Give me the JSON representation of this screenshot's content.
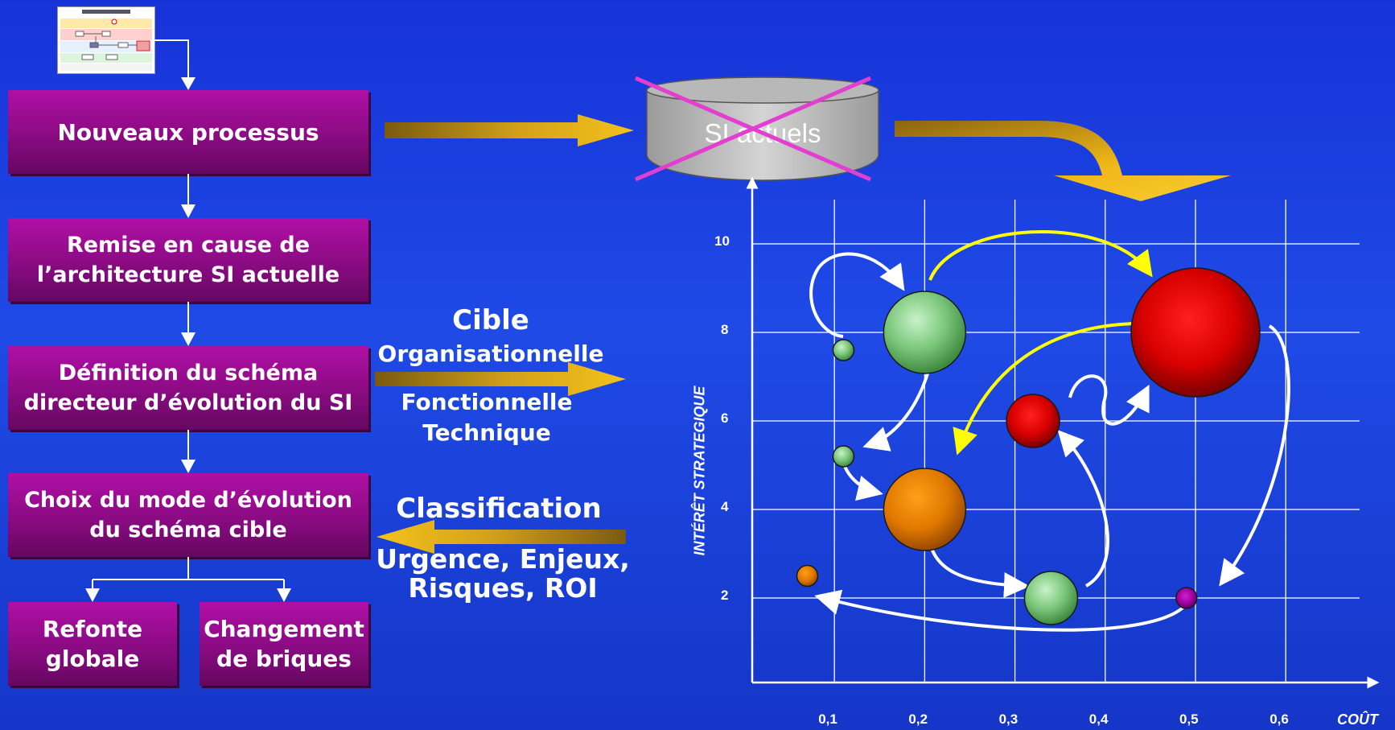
{
  "flow": {
    "box1": "Nouveaux processus",
    "box2": "Remise en cause de\nl’architecture SI actuelle",
    "box3": "Définition du schéma\ndirecteur d’évolution du SI",
    "box4": "Choix du mode d’évolution\ndu schéma cible",
    "box5": "Refonte\nglobale",
    "box6": "Changement\nde briques"
  },
  "middle": {
    "cible": "Cible",
    "organisationnelle": "Organisationnelle",
    "fonctionnelle": "Fonctionnelle\nTechnique",
    "classification": "Classification",
    "criteria": "Urgence, Enjeux,\nRisques, ROI"
  },
  "si": {
    "label": "SI actuels"
  },
  "chart_data": {
    "type": "bubble",
    "xlabel": "COÛT",
    "ylabel": "INTÉRÊT STRATEGIQUE",
    "x_ticks": [
      "0,1",
      "0,2",
      "0,3",
      "0,4",
      "0,5",
      "0,6"
    ],
    "y_ticks": [
      "2",
      "4",
      "6",
      "8",
      "10"
    ],
    "bubbles": [
      {
        "x": 0.11,
        "y": 7.6,
        "size": "small",
        "color": "green"
      },
      {
        "x": 0.2,
        "y": 8.0,
        "size": "large",
        "color": "green"
      },
      {
        "x": 0.11,
        "y": 5.2,
        "size": "small",
        "color": "green"
      },
      {
        "x": 0.2,
        "y": 4.0,
        "size": "large",
        "color": "orange"
      },
      {
        "x": 0.07,
        "y": 2.5,
        "size": "small",
        "color": "orange"
      },
      {
        "x": 0.34,
        "y": 2.0,
        "size": "medium",
        "color": "green"
      },
      {
        "x": 0.32,
        "y": 6.0,
        "size": "medium",
        "color": "red"
      },
      {
        "x": 0.5,
        "y": 8.0,
        "size": "xlarge",
        "color": "red"
      },
      {
        "x": 0.49,
        "y": 2.0,
        "size": "small",
        "color": "purple"
      }
    ]
  }
}
